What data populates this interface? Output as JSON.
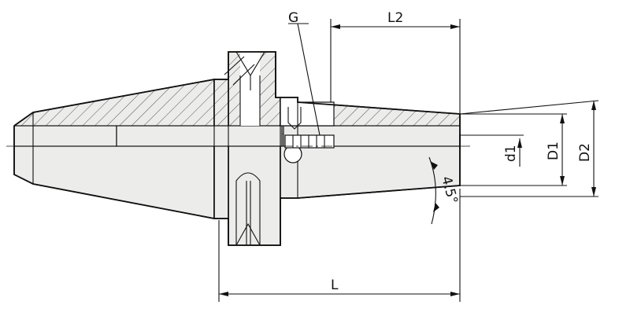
{
  "labels": {
    "g": "G",
    "l2": "L2",
    "l": "L",
    "d1": "d1",
    "d1_cap": "D1",
    "d2": "D2",
    "angle": "4.5°"
  }
}
